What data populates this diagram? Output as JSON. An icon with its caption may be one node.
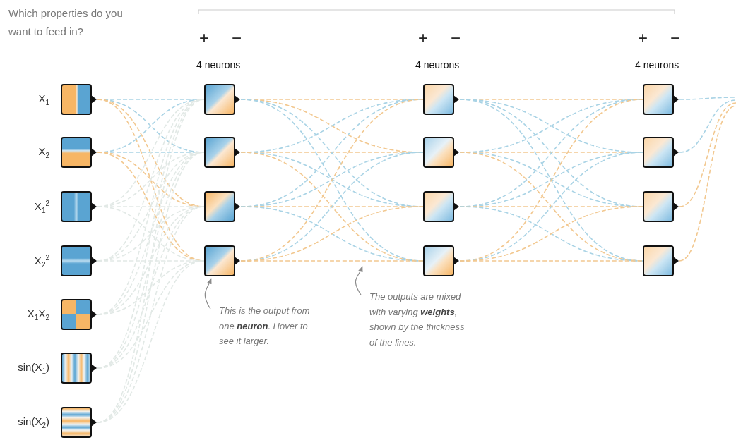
{
  "diagram": {
    "nodes": [
      {
        "text": [],
        "shape": "box",
        "beside": [
          "X$_{1}$"
        ]
      },
      {
        "text": [],
        "shape": "box",
        "beside": [
          "X$_{2}$"
        ]
      },
      {
        "text": [],
        "shape": "box",
        "beside": [
          "X$_{1}$$^{2}$"
        ]
      },
      {
        "text": [],
        "shape": "box",
        "beside": [
          "X$_{2}$$^{2}$"
        ]
      },
      {
        "text": [],
        "shape": "box",
        "beside": [
          "X$_{1}$X$_{2}$"
        ]
      },
      {
        "text": [],
        "shape": "box",
        "beside": [
          "sin(X$_{1}$)"
        ]
      },
      {
        "text": [],
        "shape": "box",
        "beside": [
          "sin(X$_{2}$)"
        ]
      },
      {
        "text": [],
        "shape": "box"
      },
      {
        "text": [],
        "shape": "box"
      },
      {
        "text": [],
        "shape": "box"
      },
      {
        "text": [],
        "shape": "box"
      },
      {
        "text": [],
        "shape": "box"
      },
      {
        "text": [],
        "shape": "box"
      },
      {
        "text": [],
        "shape": "box"
      },
      {
        "text": [],
        "shape": "box"
      },
      {
        "text": [],
        "shape": "box"
      },
      {
        "text": [],
        "shape": "box"
      },
      {
        "text": [],
        "shape": "box"
      },
      {
        "text": [],
        "shape": "box"
      },
      {
        "text": [
          "This is the output from one **neuron**. Hover to see it larger."
        ]
      },
      {
        "text": [
          "The outputs are mixed with varying **weights**, shown by the thickness of the lines."
        ]
      }
    ],
    "edges": [
      {
        "from": 0,
        "to": 7,
        "arrow": "none",
        "style": "dashed"
      },
      {
        "from": 0,
        "to": 8,
        "arrow": "none",
        "style": "dashed"
      },
      {
        "from": 0,
        "to": 9,
        "arrow": "none",
        "style": "dashed",
        "color": "#f2c890"
      },
      {
        "from": 0,
        "to": 10,
        "arrow": "none",
        "style": "dashed",
        "color": "#f2c890"
      },
      {
        "from": 1,
        "to": 7,
        "arrow": "none",
        "style": "dashed"
      },
      {
        "from": 1,
        "to": 8,
        "arrow": "none",
        "style": "dashed"
      },
      {
        "from": 1,
        "to": 9,
        "arrow": "none",
        "style": "dashed",
        "color": "#f2c890"
      },
      {
        "from": 1,
        "to": 10,
        "arrow": "none",
        "style": "dashed",
        "color": "#f2c890"
      },
      {
        "from": 2,
        "to": 7,
        "arrow": "none",
        "style": "dashed",
        "color": "#e2e9e6"
      },
      {
        "from": 2,
        "to": 8,
        "arrow": "none",
        "style": "dashed",
        "color": "#e2e9e6"
      },
      {
        "from": 2,
        "to": 9,
        "arrow": "none",
        "style": "dashed",
        "color": "#e2e9e6"
      },
      {
        "from": 2,
        "to": 10,
        "arrow": "none",
        "style": "dashed",
        "color": "#e2e9e6"
      },
      {
        "from": 3,
        "to": 7,
        "arrow": "none",
        "style": "dashed",
        "color": "#e2e9e6"
      },
      {
        "from": 3,
        "to": 8,
        "arrow": "none",
        "style": "dashed",
        "color": "#e2e9e6"
      },
      {
        "from": 3,
        "to": 9,
        "arrow": "none",
        "style": "dashed",
        "color": "#e2e9e6"
      },
      {
        "from": 3,
        "to": 10,
        "arrow": "none",
        "style": "dashed",
        "color": "#e2e9e6"
      },
      {
        "from": 4,
        "to": 7,
        "arrow": "none",
        "style": "dashed",
        "color": "#e2e9e6"
      },
      {
        "from": 4,
        "to": 8,
        "arrow": "none",
        "style": "dashed",
        "color": "#e2e9e6"
      },
      {
        "from": 4,
        "to": 9,
        "arrow": "none",
        "style": "dashed",
        "color": "#e2e9e6"
      },
      {
        "from": 4,
        "to": 10,
        "arrow": "none",
        "style": "dashed",
        "color": "#e2e9e6"
      },
      {
        "from": 5,
        "to": 7,
        "arrow": "none",
        "style": "dashed",
        "color": "#e2e9e6"
      },
      {
        "from": 5,
        "to": 8,
        "arrow": "none",
        "style": "dashed",
        "color": "#e2e9e6"
      },
      {
        "from": 5,
        "to": 9,
        "arrow": "none",
        "style": "dashed",
        "color": "#e2e9e6"
      },
      {
        "from": 5,
        "to": 10,
        "arrow": "none",
        "style": "dashed",
        "color": "#e2e9e6"
      },
      {
        "from": 6,
        "to": 7,
        "arrow": "none",
        "style": "dashed",
        "color": "#e2e9e6"
      },
      {
        "from": 6,
        "to": 8,
        "arrow": "none",
        "style": "dashed",
        "color": "#e2e9e6"
      },
      {
        "from": 6,
        "to": 9,
        "arrow": "none",
        "style": "dashed",
        "color": "#e2e9e6"
      },
      {
        "from": 6,
        "to": 10,
        "arrow": "none",
        "style": "dashed",
        "color": "#e2e9e6"
      },
      {
        "from": 7,
        "to": 11,
        "arrow": "none",
        "style": "dashed",
        "color": "#f2c890"
      },
      {
        "from": 7,
        "to": 12,
        "arrow": "none",
        "style": "dashed",
        "color": "#f2c890"
      },
      {
        "from": 7,
        "to": 13,
        "arrow": "none",
        "style": "dashed"
      },
      {
        "from": 7,
        "to": 14,
        "arrow": "none",
        "style": "dashed"
      },
      {
        "from": 8,
        "to": 11,
        "arrow": "none",
        "style": "dashed"
      },
      {
        "from": 8,
        "to": 12,
        "arrow": "none",
        "style": "dashed",
        "color": "#f2c890"
      },
      {
        "from": 8,
        "to": 13,
        "arrow": "none",
        "style": "dashed"
      },
      {
        "from": 8,
        "to": 14,
        "arrow": "none",
        "style": "dashed",
        "color": "#f2c890"
      },
      {
        "from": 9,
        "to": 11,
        "arrow": "none",
        "style": "dashed"
      },
      {
        "from": 9,
        "to": 12,
        "arrow": "none",
        "style": "dashed"
      },
      {
        "from": 9,
        "to": 13,
        "arrow": "none",
        "style": "dashed",
        "color": "#f2c890"
      },
      {
        "from": 9,
        "to": 14,
        "arrow": "none",
        "style": "dashed"
      },
      {
        "from": 10,
        "to": 11,
        "arrow": "none",
        "style": "dashed",
        "color": "#f2c890"
      },
      {
        "from": 10,
        "to": 12,
        "arrow": "none",
        "style": "dashed"
      },
      {
        "from": 10,
        "to": 13,
        "arrow": "none",
        "style": "dashed",
        "color": "#f2c890"
      },
      {
        "from": 10,
        "to": 14,
        "arrow": "none",
        "style": "dashed",
        "color": "#f2c890"
      },
      {
        "from": 11,
        "to": 15,
        "arrow": "none",
        "style": "dashed",
        "color": "#f2c890"
      },
      {
        "from": 11,
        "to": 16,
        "arrow": "none",
        "style": "dashed"
      },
      {
        "from": 11,
        "to": 17,
        "arrow": "none",
        "style": "dashed"
      },
      {
        "from": 11,
        "to": 18,
        "arrow": "none",
        "style": "dashed"
      },
      {
        "from": 12,
        "to": 15,
        "arrow": "none",
        "style": "dashed"
      },
      {
        "from": 12,
        "to": 16,
        "arrow": "none",
        "style": "dashed",
        "color": "#f2c890"
      },
      {
        "from": 12,
        "to": 17,
        "arrow": "none",
        "style": "dashed"
      },
      {
        "from": 12,
        "to": 18,
        "arrow": "none",
        "style": "dashed",
        "color": "#f2c890"
      },
      {
        "from": 13,
        "to": 15,
        "arrow": "none",
        "style": "dashed"
      },
      {
        "from": 13,
        "to": 16,
        "arrow": "none",
        "style": "dashed"
      },
      {
        "from": 13,
        "to": 17,
        "arrow": "none",
        "style": "dashed",
        "color": "#f2c890"
      },
      {
        "from": 13,
        "to": 18,
        "arrow": "none",
        "style": "dashed"
      },
      {
        "from": 14,
        "to": 15,
        "arrow": "none",
        "style": "dashed",
        "color": "#f2c890"
      },
      {
        "from": 14,
        "to": 16,
        "arrow": "none",
        "style": "dashed"
      },
      {
        "from": 14,
        "to": 17,
        "arrow": "none",
        "style": "dashed",
        "color": "#f2c890"
      },
      {
        "from": 14,
        "to": 18,
        "arrow": "none",
        "style": "dashed",
        "color": "#f2c890"
      },
      {
        "from": 15,
        "to": null,
        "arrow": "none",
        "style": "dashed"
      },
      {
        "from": 16,
        "to": null,
        "arrow": "none",
        "style": "dashed"
      },
      {
        "from": 17,
        "to": null,
        "arrow": "none",
        "style": "dashed",
        "color": "#f2c890"
      },
      {
        "from": 18,
        "to": null,
        "arrow": "none",
        "style": "dashed",
        "color": "#f2c890"
      },
      {
        "from": 19,
        "to": 10,
        "arrow": "to",
        "color": "#8a8a8a"
      },
      {
        "from": 20,
        "to": null,
        "arrow": "to",
        "color": "#8a8a8a"
      }
    ],
    "labels": [
      "Which properties do you want to feed in?",
      "+",
      "−",
      "+",
      "−",
      "+",
      "−",
      "4 neurons",
      "4 neurons",
      "4 neurons"
    ]
  }
}
